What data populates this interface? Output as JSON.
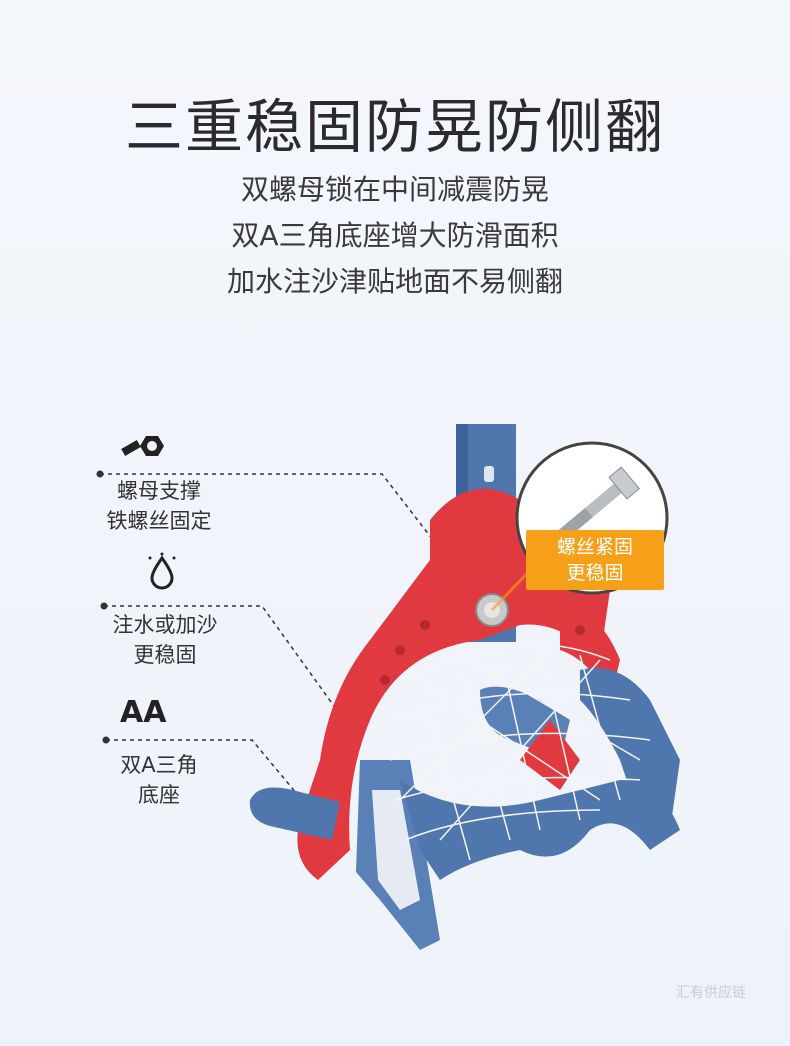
{
  "headline": "三重稳固防晃防侧翻",
  "sublines": [
    "双螺母锁在中间减震防晃",
    "双A三角底座增大防滑面积",
    "加水注沙津贴地面不易侧翻"
  ],
  "features": [
    {
      "line1": "螺母支撑",
      "line2": "铁螺丝固定",
      "icon": "bolt-nut-icon"
    },
    {
      "line1": "注水或加沙",
      "line2": "更稳固",
      "icon": "water-drop-icon"
    },
    {
      "line1": "双A三角",
      "line2": "底座",
      "icon": "font-size-icon"
    }
  ],
  "callout": {
    "line1": "螺丝紧固",
    "line2": "更稳固"
  },
  "font_icon_text": "AA",
  "watermark": "汇有供应链",
  "colors": {
    "red": "#e0393f",
    "blue": "#4f76ad",
    "orange": "#f6a01a"
  }
}
